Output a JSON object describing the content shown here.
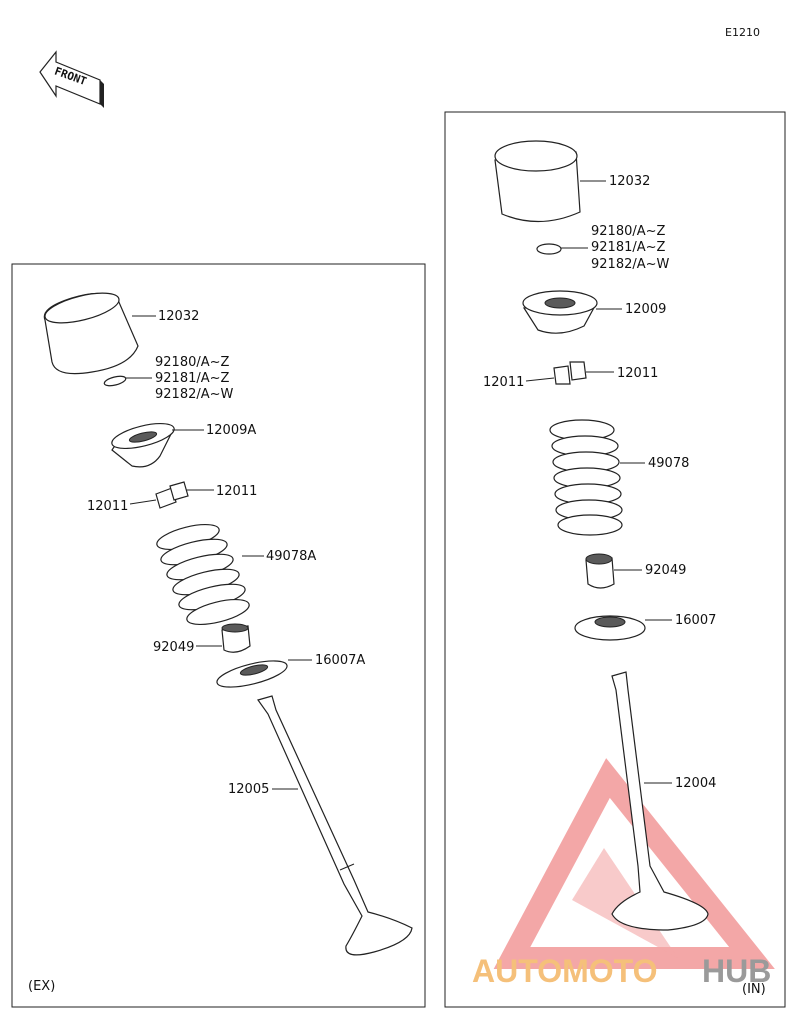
{
  "diagram_code": "E1210",
  "front_label": "FRONT",
  "ex": {
    "caption": "(EX)",
    "labels": {
      "lifter": "12032",
      "shim_1": "92180/A~Z",
      "shim_2": "92181/A~Z",
      "shim_3": "92182/A~W",
      "retainer": "12009A",
      "cotter_left": "12011",
      "cotter_right": "12011",
      "spring": "49078A",
      "seal": "92049",
      "seat": "16007A",
      "valve": "12005"
    }
  },
  "in": {
    "caption": "(IN)",
    "labels": {
      "lifter": "12032",
      "shim_1": "92180/A~Z",
      "shim_2": "92181/A~Z",
      "shim_3": "92182/A~W",
      "retainer": "12009",
      "cotter_left": "12011",
      "cotter_right": "12011",
      "spring": "49078",
      "seal": "92049",
      "seat": "16007",
      "valve": "12004"
    }
  },
  "watermark": {
    "part1": "AUTOMOTO",
    "part2": "HUB"
  },
  "colors": {
    "watermark_red": "#f08a8a",
    "watermark_orange": "#f5c07a",
    "watermark_gray": "#9a9a9a"
  }
}
